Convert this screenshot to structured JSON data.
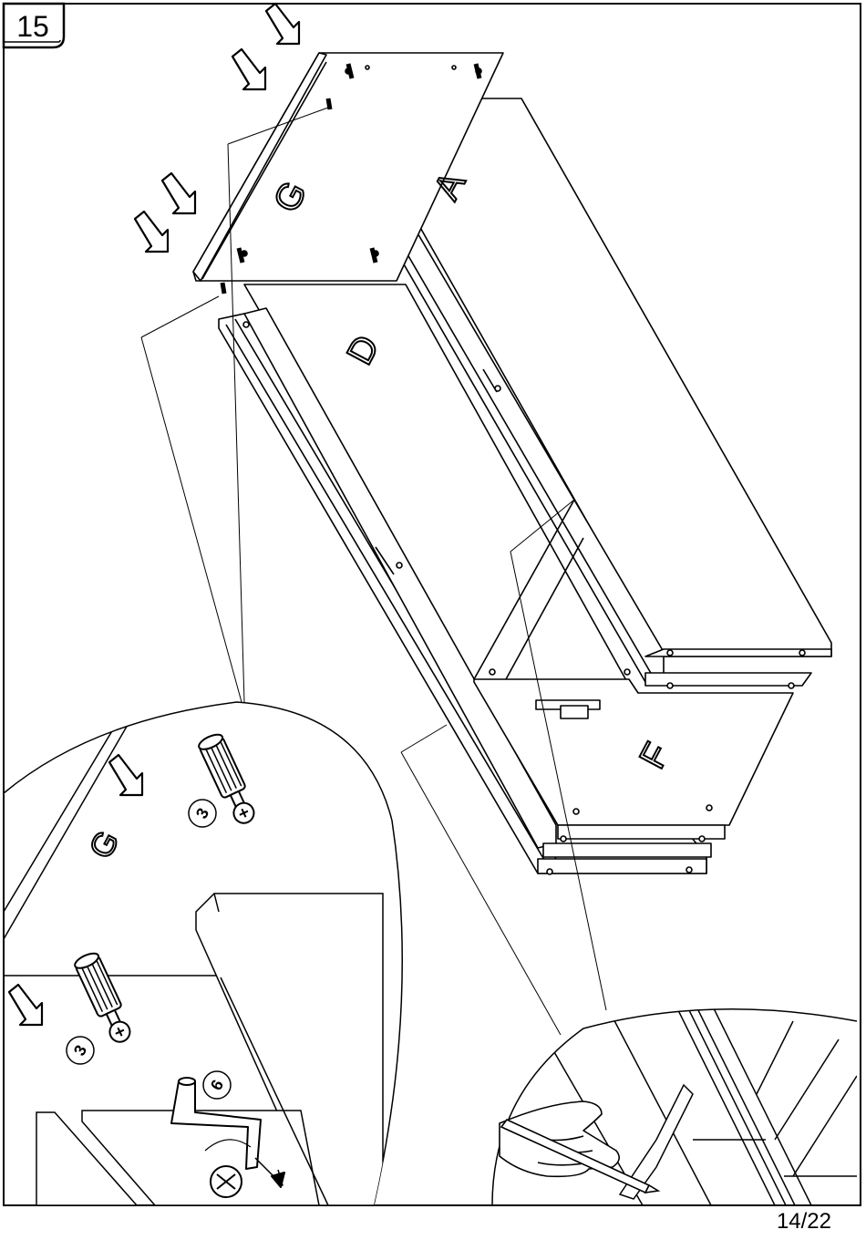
{
  "step_number": "15",
  "page_number": "14/22",
  "panel_labels": {
    "top_panel": "G",
    "large_panel": "A",
    "middle_panel": "D",
    "end_panel": "F",
    "detail_panel": "G"
  },
  "callouts": {
    "dowel_qty_upper": "3",
    "dowel_qty_lower": "3",
    "hex_key_qty": "6"
  },
  "icons": [
    "step-badge-icon",
    "arrow-down-icon",
    "dowel-icon",
    "hex-key-icon",
    "screw-head-icon",
    "hand-icon",
    "pencil-icon"
  ]
}
